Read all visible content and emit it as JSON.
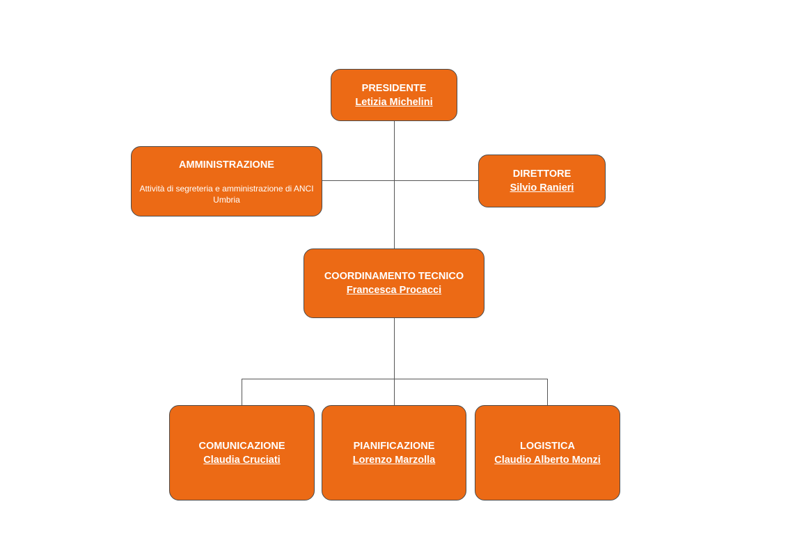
{
  "org_chart": {
    "presidente": {
      "title": "PRESIDENTE",
      "name": "Letizia Michelini"
    },
    "amministrazione": {
      "title": "AMMINISTRAZIONE",
      "description": "Attività di segreteria e amministrazione di ANCI Umbria"
    },
    "direttore": {
      "title": "DIRETTORE",
      "name": "Silvio Ranieri"
    },
    "coordinamento": {
      "title": "COORDINAMENTO TECNICO",
      "name": "Francesca Procacci"
    },
    "comunicazione": {
      "title": "COMUNICAZIONE",
      "name": "Claudia Cruciati"
    },
    "pianificazione": {
      "title": "PIANIFICAZIONE",
      "name": "Lorenzo Marzolla"
    },
    "logistica": {
      "title": "LOGISTICA",
      "name": "Claudio Alberto Monzi"
    }
  },
  "colors": {
    "box_fill": "#ec6a15",
    "box_border": "#4a4a4a",
    "connector": "#555555",
    "text": "#ffffff"
  }
}
